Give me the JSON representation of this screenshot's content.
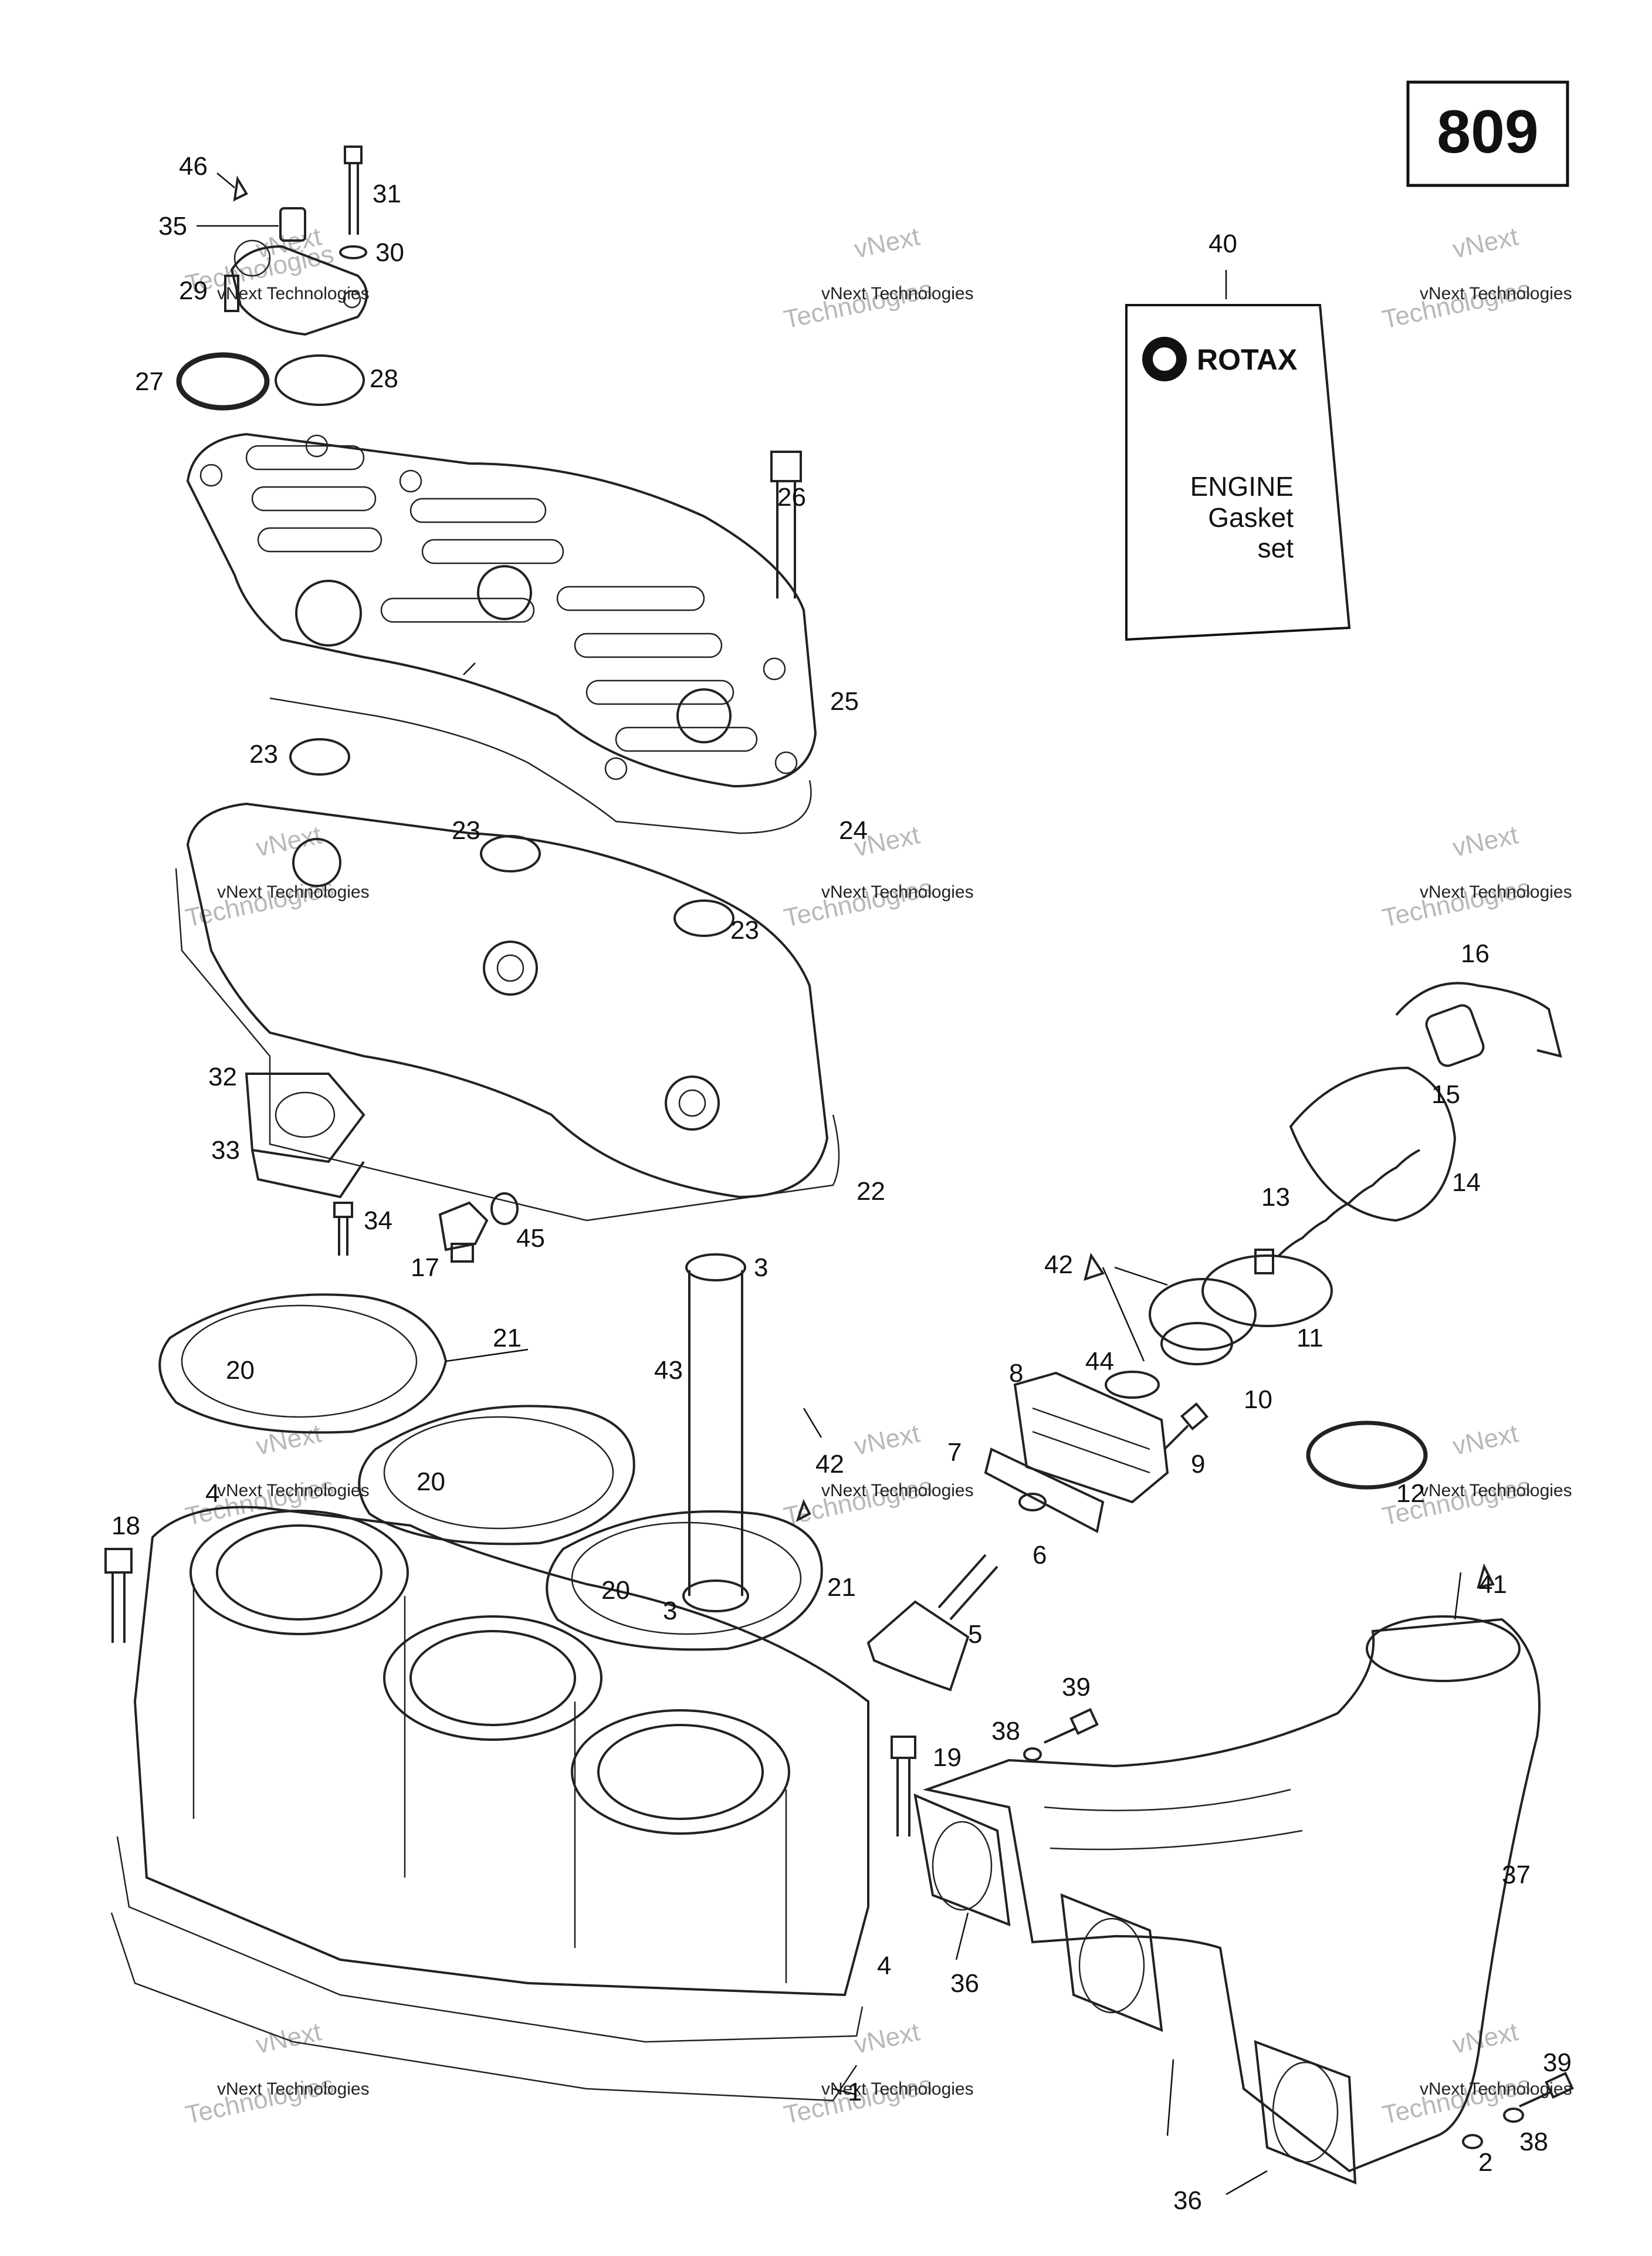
{
  "page_number": "809",
  "manual_cover": {
    "brand": "ROTAX",
    "line1": "ENGINE",
    "line2": "Gasket",
    "line3": "set"
  },
  "watermark": {
    "line1": "vNext",
    "line2": "Technologies",
    "small": "vNext Technologies"
  },
  "labels": {
    "l46": "46",
    "l31": "31",
    "l35": "35",
    "l30": "30",
    "l29": "29",
    "l27": "27",
    "l28": "28",
    "l40": "40",
    "l26": "26",
    "l25": "25",
    "l23a": "23",
    "l23b": "23",
    "l23c": "23",
    "l24": "24",
    "l16": "16",
    "l15": "15",
    "l14": "14",
    "l32": "32",
    "l33": "33",
    "l22": "22",
    "l13": "13",
    "l34": "34",
    "l17": "17",
    "l45": "45",
    "l42a": "42",
    "l11": "11",
    "l3a": "3",
    "l21a": "21",
    "l20a": "20",
    "l43": "43",
    "l8": "8",
    "l44": "44",
    "l10": "10",
    "l7": "7",
    "l9": "9",
    "l20b": "20",
    "l42b": "42",
    "l12": "12",
    "l18": "18",
    "l4a": "4",
    "l6": "6",
    "l41": "41",
    "l20c": "20",
    "l21b": "21",
    "l3b": "3",
    "l5": "5",
    "l39a": "39",
    "l38a": "38",
    "l19": "19",
    "l37": "37",
    "l4b": "4",
    "l36a": "36",
    "l39b": "39",
    "l1": "1",
    "l38b": "38",
    "l2": "2",
    "l36b": "36"
  }
}
